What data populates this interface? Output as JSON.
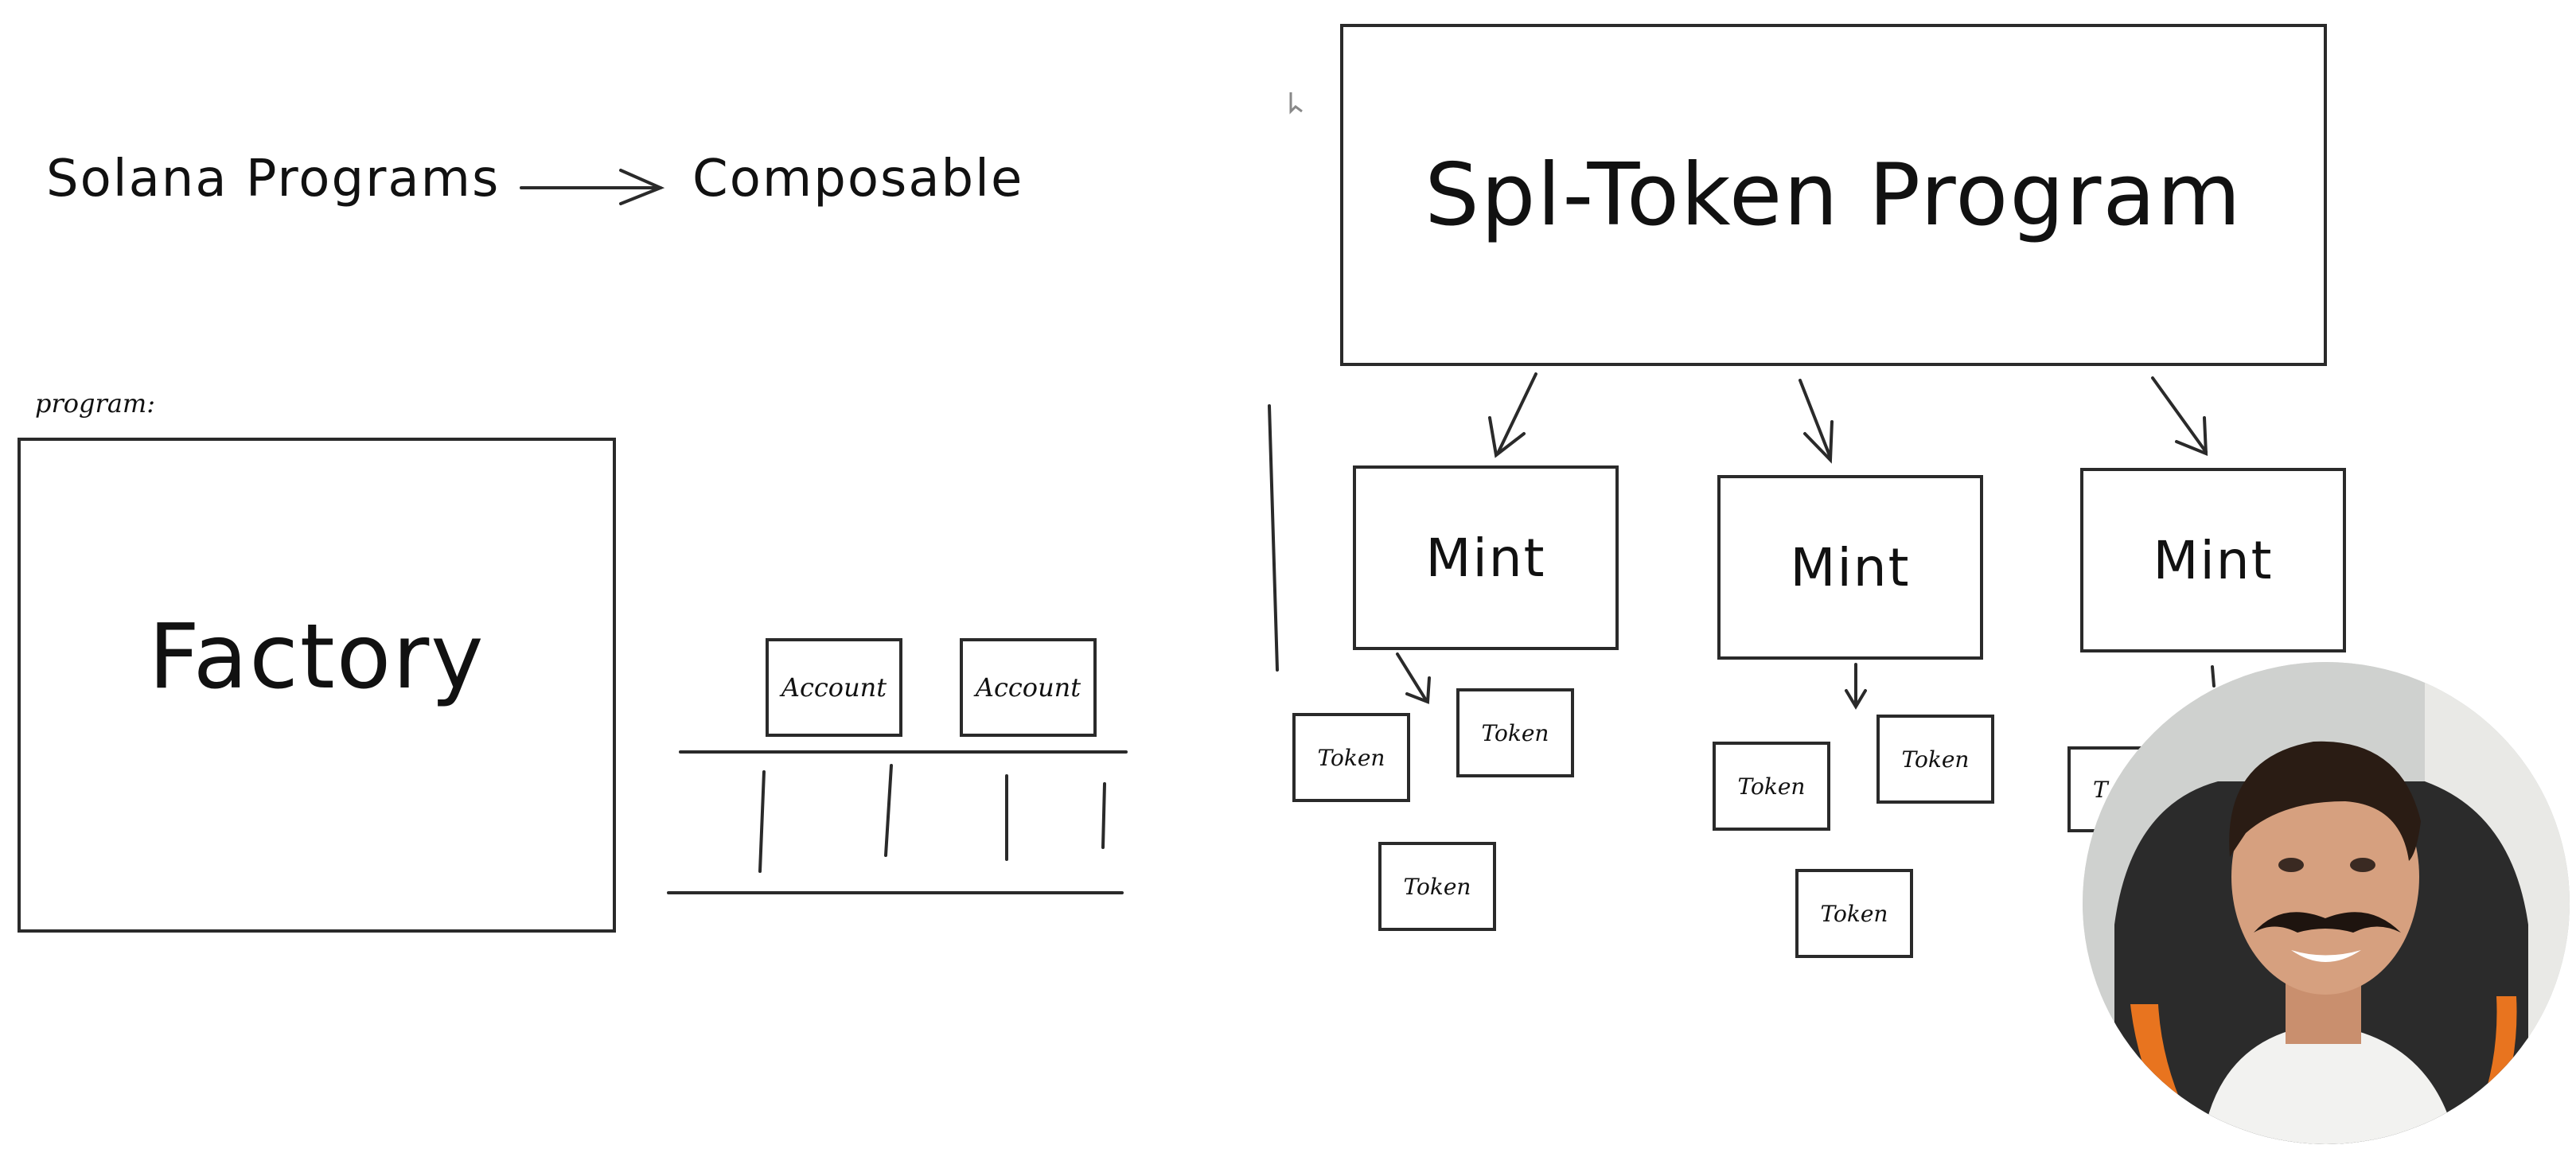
{
  "header": {
    "left_phrase": "Solana Programs",
    "right_phrase": "Composable"
  },
  "left_diagram": {
    "caption": "program:",
    "main_box_label": "Factory",
    "accounts": [
      "Account",
      "Account"
    ]
  },
  "right_diagram": {
    "program_label": "Spl-Token Program",
    "mints": [
      {
        "label": "Mint",
        "tokens": [
          "Token",
          "Token",
          "Token"
        ]
      },
      {
        "label": "Mint",
        "tokens": [
          "Token",
          "Token",
          "Token"
        ]
      },
      {
        "label": "Mint",
        "tokens": [
          "T"
        ]
      }
    ]
  },
  "webcam": {
    "icon": "presenter-webcam-icon"
  }
}
